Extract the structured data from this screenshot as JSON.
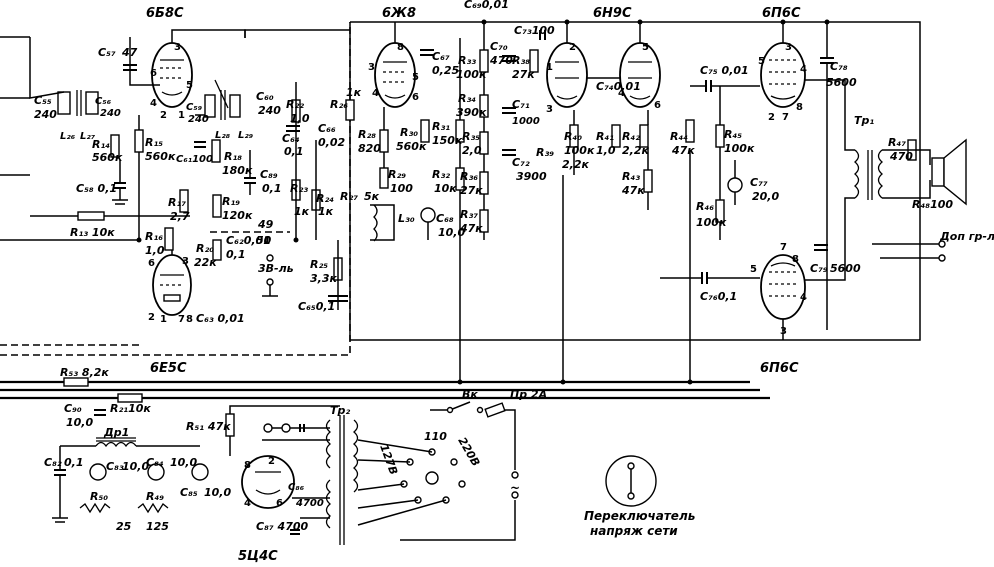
{
  "tubes": {
    "v1": "6Б8С",
    "v2": "6Ж8",
    "v3": "6Н9С",
    "v4": "6П6С",
    "v5": "6П6С",
    "v6": "6Е5С",
    "v7": "5Ц4С"
  },
  "labels": {
    "c55": "C₅₅",
    "c55v": "240",
    "c56": "C₅₆",
    "c56v": "240",
    "c57": "C₅₇",
    "c57v": "47",
    "l26": "L₂₆",
    "l27": "L₂₇",
    "r14": "R₁₄",
    "r14v": "560к",
    "r15": "R₁₅",
    "r15v": "560к",
    "c58": "C₅₈ 0,1",
    "c59": "C₅₉",
    "c59v": "240",
    "c60": "C₆₀",
    "c60v": "240",
    "l28": "L₂₈",
    "l29": "L₂₉",
    "c61": "C₆₁100",
    "r18": "R₁₈",
    "r18v": "180к",
    "c89": "C₈₉",
    "c89v": "0,1",
    "r17": "R₁₇",
    "r17v": "2,7",
    "r19": "R₁₉",
    "r19v": "120к",
    "r20": "R₂₀",
    "r20v": "22к",
    "c62": "C₆₂0,01",
    "c62v": "0,1",
    "v50": "50",
    "v49": "49",
    "zvlb": "3В-ль",
    "r13": "R₁₃ 10к",
    "r16": "R₁₆",
    "r16v": "1,0",
    "c63": "C₆₃ 0,01",
    "r22": "R₂₂",
    "r22v": "1,0",
    "r23": "R₂₃",
    "r23v": "1к",
    "r24": "R₂₄",
    "r24v": "1к",
    "c64": "C₆₄",
    "c64v": "0,1",
    "c66": "C₆₆",
    "c66v": "0,02",
    "r25": "R₂₅",
    "r25v": "3,3к",
    "c65": "C₆₅0,1",
    "r26": "R₂₆",
    "r26v": "1к",
    "r27": "R₂₇",
    "r27v": "5к",
    "r28": "R₂₈",
    "r28v": "820",
    "r29": "R₂₉",
    "r29v": "100",
    "l30": "L₃₀",
    "c67": "C₆₇",
    "c67v": "0,25",
    "c69": "C₆₉0,01",
    "r33": "R₃₃",
    "r33v": "100к",
    "c70": "C₇₀",
    "c70v": "470",
    "r38": "R₃₈",
    "r38v": "27к",
    "c73": "C₇₃100",
    "r30": "R₃₀",
    "r30v": "560к",
    "r31": "R₃₁",
    "r31v": "150к",
    "r34": "R₃₄",
    "r34v": "390к",
    "c71": "C₇₁",
    "c71v": "1000",
    "r35": "R₃₅",
    "r35v": "2,0",
    "r32": "R₃₂",
    "r32v": "10к",
    "r36": "R₃₆",
    "r36v": "27к",
    "c72": "C₇₂",
    "c72v": "3900",
    "c68": "C₆₈",
    "c68v": "10,0",
    "r37": "R₃₇",
    "r37v": "47к",
    "r39": "R₃₉",
    "r40": "R₄₀",
    "r40v": "100к",
    "r40b": "2,2к",
    "c74": "C₇₄0,01",
    "r41": "R₄₁",
    "r41v": "1,0",
    "r42": "R₄₂",
    "r42v": "2,2к",
    "r43": "R₄₃",
    "r43v": "47к",
    "r44": "R₄₄",
    "r44v": "47к",
    "c75": "C₇₅ 0,01",
    "r45": "R₄₅",
    "r45v": "100к",
    "c77": "C₇₇",
    "c77v": "20,0",
    "r46": "R₄₆",
    "r46v": "100к",
    "c76": "C₇₆0,1",
    "c78": "C₇₈",
    "c78v": "5600",
    "c79": "C₇₉",
    "c79v": "5600",
    "tr1": "Тр₁",
    "r47": "R₄₇",
    "r47v": "470",
    "r48": "R₄₈100",
    "dopgr": "Доп гр-ль",
    "r53": "R₅₃ 8,2к",
    "r21": "R₂₁10к",
    "c90": "C₉₀",
    "c90v": "10,0",
    "dr1": "Др1",
    "c82": "C₈₂",
    "c82v": "0,1",
    "c83": "C₈₃",
    "c83v": "10,0",
    "c84": "C₈₄",
    "c84v": "10,0",
    "c85": "C₈₅",
    "c85v": "10,0",
    "r50": "R₅₀",
    "r50v": "25",
    "r49": "R₄₉",
    "r49v": "125",
    "r51": "R₅₁ 47к",
    "tr2": "Тр₂",
    "c86": "C₈₆",
    "c86v": "4700",
    "c87": "C₈₇ 4700",
    "vk": "Вк",
    "fuse": "Пр 2А",
    "v127": "127В",
    "v110": "110",
    "v220": "220В",
    "switch_note_1": "Переключатель",
    "switch_note_2": "напряж сети"
  }
}
